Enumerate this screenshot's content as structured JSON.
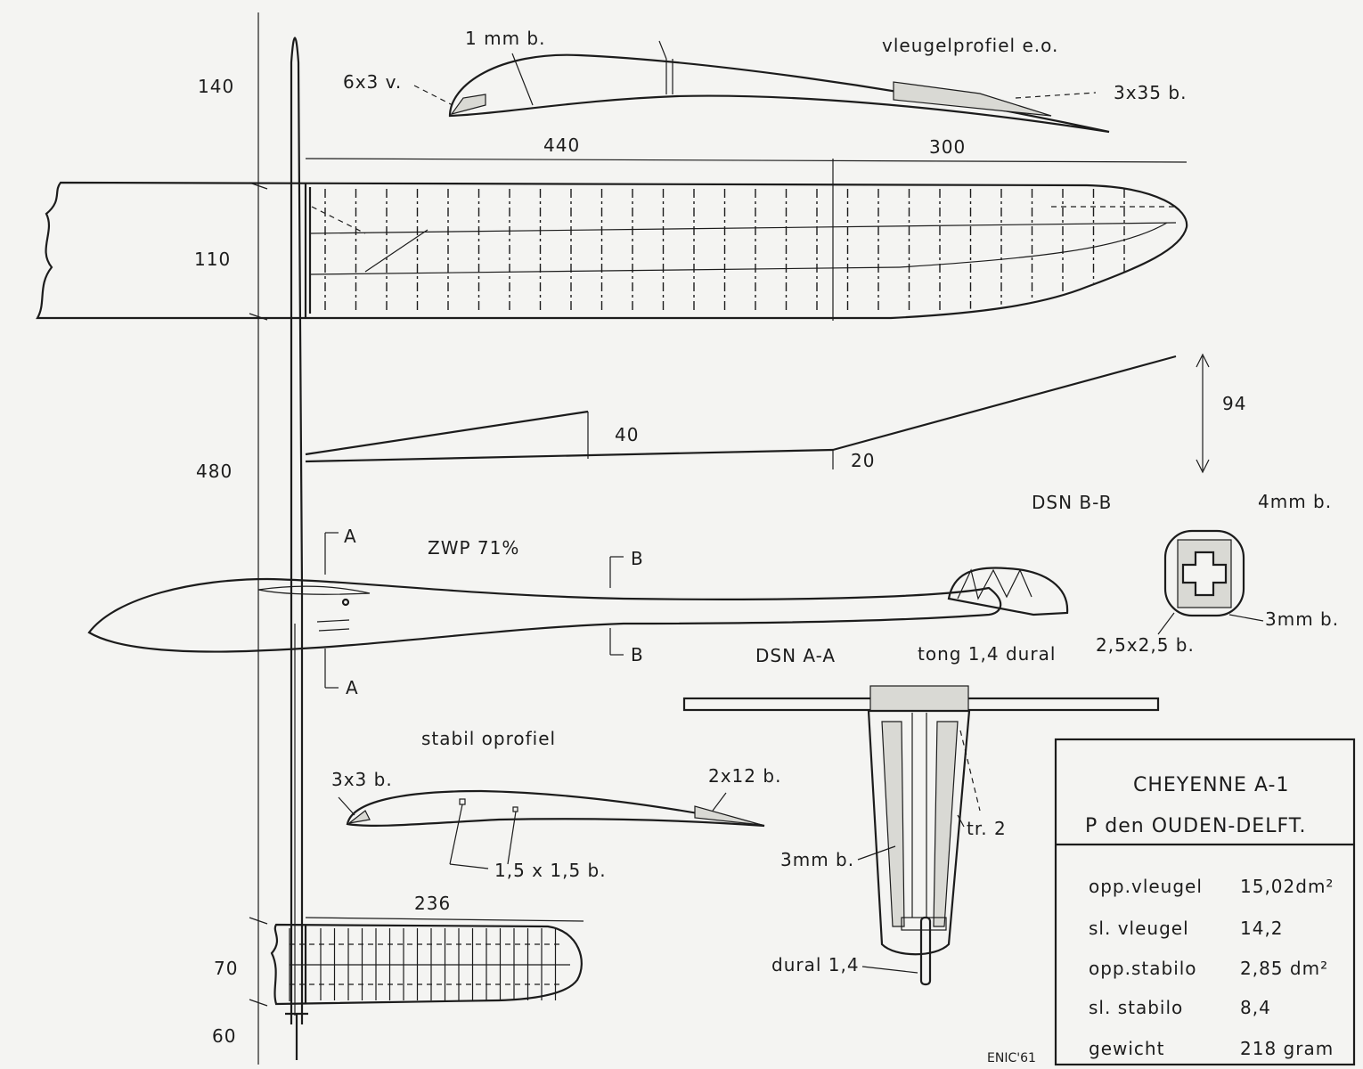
{
  "dimensions": {
    "span_root_len": "440",
    "span_tip_len": "300",
    "chord_wing": "110",
    "fus_front": "140",
    "fus_mid": "480",
    "tail_chord": "70",
    "tail_rear": "60",
    "stab_span": "236",
    "dihedral_inner": "40",
    "dihedral_step": "20",
    "dihedral_tip": "94"
  },
  "wing_profile": {
    "title": "vleugelprofiel  e.o.",
    "leading_edge": "6x3 v.",
    "spar": "1 mm b.",
    "trailing_edge": "3x35 b."
  },
  "fuselage": {
    "zwp": "ZWP 71%",
    "section_a_top": "A",
    "section_a_bottom": "A",
    "section_b_top": "B",
    "section_b_bottom": "B"
  },
  "stab_profile": {
    "title": "stabil oprofiel",
    "leading_edge": "3x3 b.",
    "trailing_edge": "2x12 b.",
    "spar": "1,5 x 1,5  b."
  },
  "section_aa": {
    "title": "DSN  A-A",
    "tongue": "tong 1,4 dural",
    "tr": "tr. 2",
    "side": "3mm b.",
    "dural": "dural 1,4"
  },
  "section_bb": {
    "title": "DSN B-B",
    "top": "4mm b.",
    "side": "3mm b.",
    "corner": "2,5x2,5 b."
  },
  "title_block": {
    "model": "CHEYENNE  A-1",
    "designer": "P den OUDEN-DELFT.",
    "rows": [
      {
        "label": "opp.vleugel",
        "value": "15,02dm²"
      },
      {
        "label": "sl.  vleugel",
        "value": "14,2"
      },
      {
        "label": "opp.stabilo",
        "value": "2,85  dm²"
      },
      {
        "label": "sl.  stabilo",
        "value": "8,4"
      },
      {
        "label": "gewicht",
        "value": "218 gram"
      }
    ]
  },
  "signature": "ENIC'61"
}
